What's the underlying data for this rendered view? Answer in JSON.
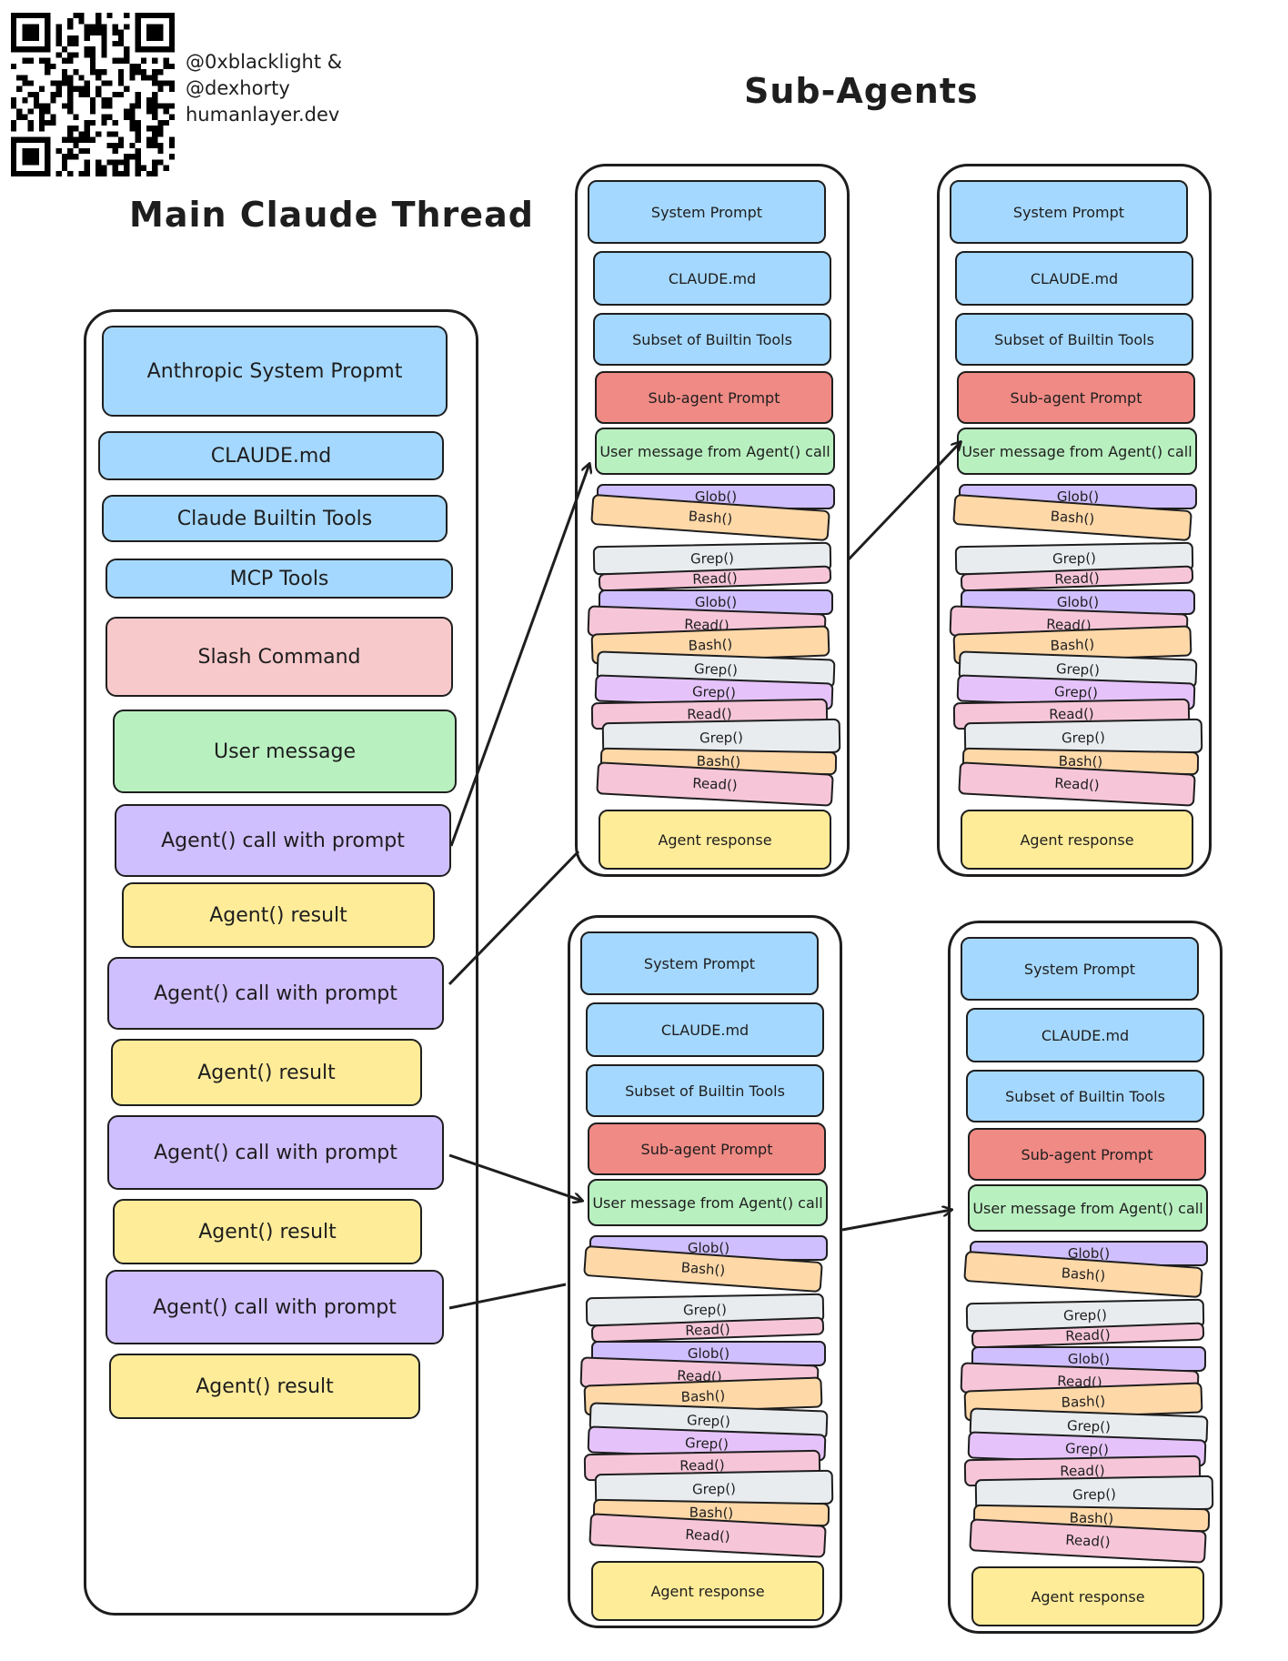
{
  "credits": {
    "line1": "@0xblacklight &",
    "line2": "@dexhorty",
    "line3": "humanlayer.dev"
  },
  "titles": {
    "main": "Main Claude Thread",
    "sub": "Sub-Agents"
  },
  "main_thread": {
    "system_prompt": "Anthropic System Propmt",
    "claude_md": "CLAUDE.md",
    "builtin_tools": "Claude Builtin Tools",
    "mcp_tools": "MCP Tools",
    "slash_command": "Slash Command",
    "user_message": "User message",
    "agent_call": "Agent() call with prompt",
    "agent_result": "Agent() result"
  },
  "sub_agent": {
    "system_prompt": "System Prompt",
    "claude_md": "CLAUDE.md",
    "tools": "Subset of Builtin Tools",
    "sub_prompt": "Sub-agent Prompt",
    "user_msg": "User message from Agent() call",
    "tools_stack": [
      "Glob()",
      "Bash()",
      "Grep()",
      "Read()",
      "Glob()",
      "Read()",
      "Bash()",
      "Grep()",
      "Grep()",
      "Read()",
      "Grep()",
      "Bash()",
      "Read()"
    ],
    "response": "Agent response"
  },
  "colors": {
    "blue": "#a5d8ff",
    "red": "#ef8a85",
    "pink": "#f8c9cb",
    "green": "#b9f0c0",
    "purple": "#d0bfff",
    "yellow": "#ffec99",
    "orange": "#ffd8a8",
    "gray": "#e9ecef",
    "stroke": "#1e1e1e"
  },
  "icons": {
    "qr": "qr-code-icon"
  }
}
